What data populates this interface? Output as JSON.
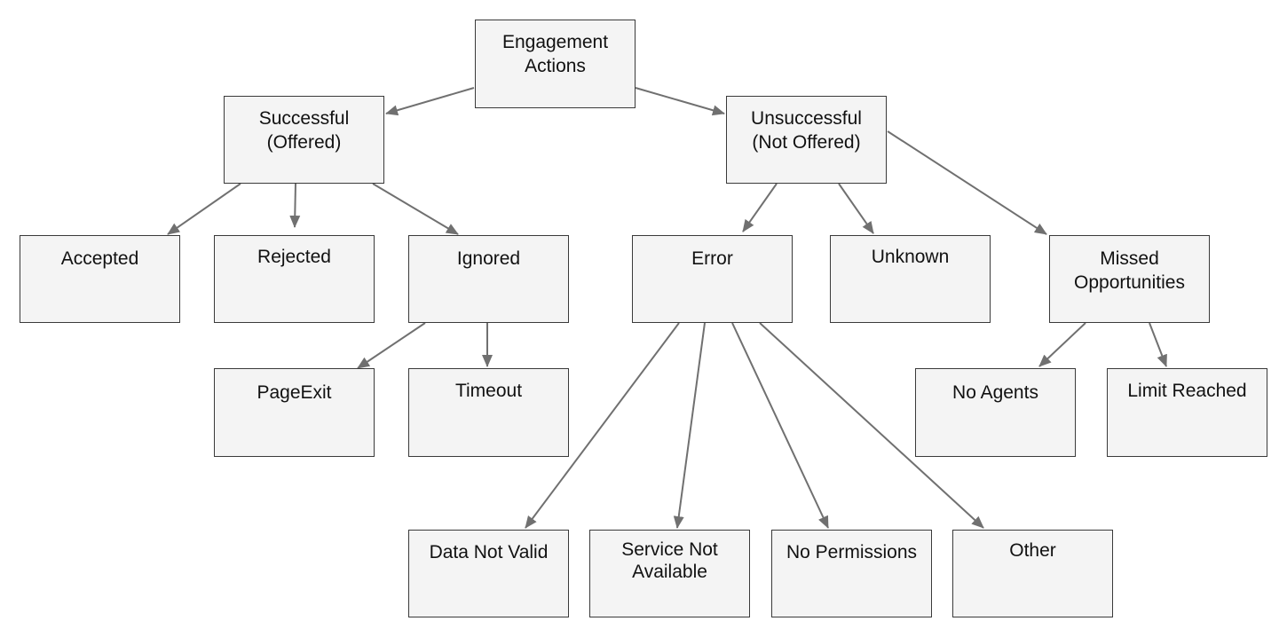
{
  "diagram": {
    "type": "tree",
    "edge_color": "#707070",
    "node_fill": "#f4f4f4",
    "nodes": {
      "root": "Engagement\nActions",
      "successful": "Successful\n(Offered)",
      "unsuccessful": "Unsuccessful\n(Not Offered)",
      "accepted": "Accepted",
      "rejected": "Rejected",
      "ignored": "Ignored",
      "error": "Error",
      "unknown": "Unknown",
      "missed": "Missed\nOpportunities",
      "pageexit": "PageExit",
      "timeout": "Timeout",
      "no_agents": "No Agents",
      "limit_reached": "Limit Reached",
      "data_not_valid": "Data Not Valid",
      "service_not_available": "Service Not\nAvailable",
      "no_permissions": "No Permissions",
      "other": "Other"
    },
    "edges": [
      [
        "root",
        "successful"
      ],
      [
        "root",
        "unsuccessful"
      ],
      [
        "successful",
        "accepted"
      ],
      [
        "successful",
        "rejected"
      ],
      [
        "successful",
        "ignored"
      ],
      [
        "unsuccessful",
        "error"
      ],
      [
        "unsuccessful",
        "unknown"
      ],
      [
        "unsuccessful",
        "missed"
      ],
      [
        "ignored",
        "pageexit"
      ],
      [
        "ignored",
        "timeout"
      ],
      [
        "missed",
        "no_agents"
      ],
      [
        "missed",
        "limit_reached"
      ],
      [
        "error",
        "data_not_valid"
      ],
      [
        "error",
        "service_not_available"
      ],
      [
        "error",
        "no_permissions"
      ],
      [
        "error",
        "other"
      ]
    ]
  }
}
